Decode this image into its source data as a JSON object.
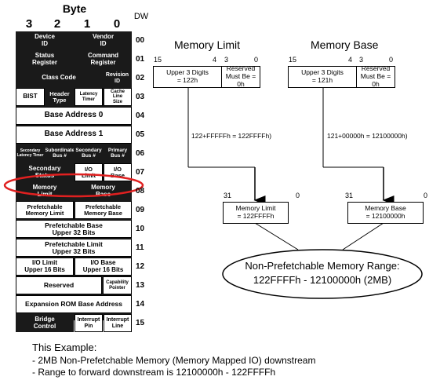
{
  "table": {
    "byte_heading": "Byte",
    "byte_columns": [
      "3",
      "2",
      "1",
      "0"
    ],
    "dw_heading": "DW",
    "dw_numbers": [
      "00",
      "01",
      "02",
      "03",
      "04",
      "05",
      "06",
      "07",
      "08",
      "09",
      "10",
      "11",
      "12",
      "13",
      "14",
      "15"
    ],
    "rows": [
      [
        "Device\nID",
        "Vendor\nID"
      ],
      [
        "Status\nRegister",
        "Command\nRegister"
      ],
      [
        "Class Code",
        "Revision\nID"
      ],
      [
        "BIST",
        "Header\nType",
        "Latency\nTimer",
        "Cache\nLine\nSize"
      ],
      [
        "Base Address 0"
      ],
      [
        "Base Address 1"
      ],
      [
        "Secondary\nLatency Timer",
        "Subordinate\nBus #",
        "Secondary\nBus #",
        "Primary\nBus #"
      ],
      [
        "Secondary\nStatus",
        "I/O\nLimit",
        "I/O\nBase"
      ],
      [
        "Memory\nLimit",
        "Memory\nBase"
      ],
      [
        "Prefetchable\nMemory Limit",
        "Prefetchable\nMemory Base"
      ],
      [
        "Prefetchable Base\nUpper 32 Bits"
      ],
      [
        "Prefetchable Limit\nUpper 32 Bits"
      ],
      [
        "I/O Limit\nUpper 16 Bits",
        "I/O Base\nUpper 16 Bits"
      ],
      [
        "Reserved",
        "Capability\nPointer"
      ],
      [
        "Expansion ROM Base Address"
      ],
      [
        "Bridge\nControl",
        "Interrupt\nPin",
        "Interrupt\nLine"
      ]
    ],
    "highlight_color": "#e02020"
  },
  "memory_limit": {
    "title": "Memory Limit",
    "bit_15": "15",
    "bit_4": "4",
    "bit_3": "3",
    "bit_0": "0",
    "upper": "Upper 3 Digits\n= 122h",
    "reserved": "Reserved\nMust Be = 0h",
    "calc": "122+FFFFFh = 122FFFFh)",
    "bit_31": "31",
    "bit_0b": "0",
    "result": "Memory Limit\n= 122FFFFh"
  },
  "memory_base": {
    "title": "Memory Base",
    "bit_15": "15",
    "bit_4": "4",
    "bit_3": "3",
    "bit_0": "0",
    "upper": "Upper 3 Digits\n= 121h",
    "reserved": "Reserved\nMust Be = 0h",
    "calc": "121+00000h = 12100000h)",
    "bit_31": "31",
    "bit_0b": "0",
    "result": "Memory Base\n= 12100000h"
  },
  "range": {
    "title": "Non-Prefetchable Memory Range:",
    "value": "122FFFFh - 12100000h (2MB)"
  },
  "example": {
    "heading": "This Example:",
    "line1": "- 2MB Non-Prefetchable Memory (Memory Mapped IO) downstream",
    "line2": "- Range to forward downstream is 12100000h - 122FFFFh"
  }
}
